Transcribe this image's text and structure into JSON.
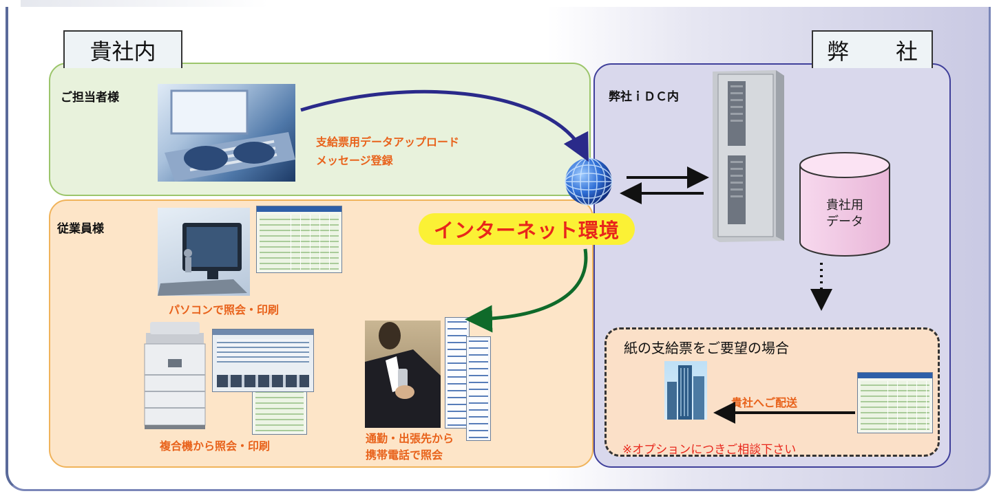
{
  "zones": {
    "client_tab": "貴社内",
    "vendor_tab": "弊　社"
  },
  "office": {
    "label": "ご担当者様",
    "upload_line1": "支給票用データアップロード",
    "upload_line2": "メッセージ登録"
  },
  "employee": {
    "label": "従業員様",
    "pc_caption": "パソコンで照会・印刷",
    "mfp_caption": "複合機から照会・印刷",
    "mobile_caption_line1": "通勤・出張先から",
    "mobile_caption_line2": "携帯電話で照会"
  },
  "internet": {
    "label": "インターネット環境"
  },
  "vendor": {
    "idc_label": "弊社ｉＤＣ内",
    "data_line1": "貴社用",
    "data_line2": "データ"
  },
  "paper_option": {
    "title": "紙の支給票をご要望の場合",
    "delivery": "貴社へご配送",
    "note": "※オプションにつきご相談下さい"
  }
}
